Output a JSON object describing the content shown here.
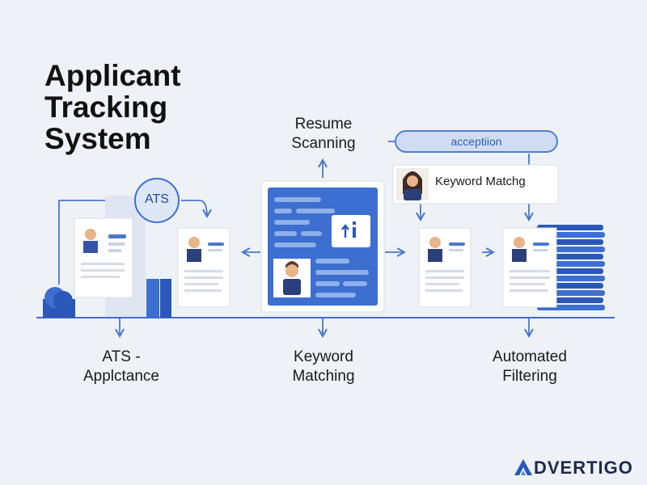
{
  "title": "Applicant Tracking System",
  "captions": {
    "resume_scanning": "Resume Scanning",
    "ats_application": "ATS - Applctance",
    "keyword_matching": "Keyword Matching",
    "automated_filtering": "Automated Filtering"
  },
  "ats_bubble": "ATS",
  "acceptance_pill": "acceptiion",
  "keyword_card": "Keyword Matchg",
  "brand": "DVERTIGO",
  "colors": {
    "primary": "#3d6fd0",
    "dark_blue": "#2b58b8",
    "light_blue": "#cfdcf3",
    "background": "#eef1f6"
  }
}
